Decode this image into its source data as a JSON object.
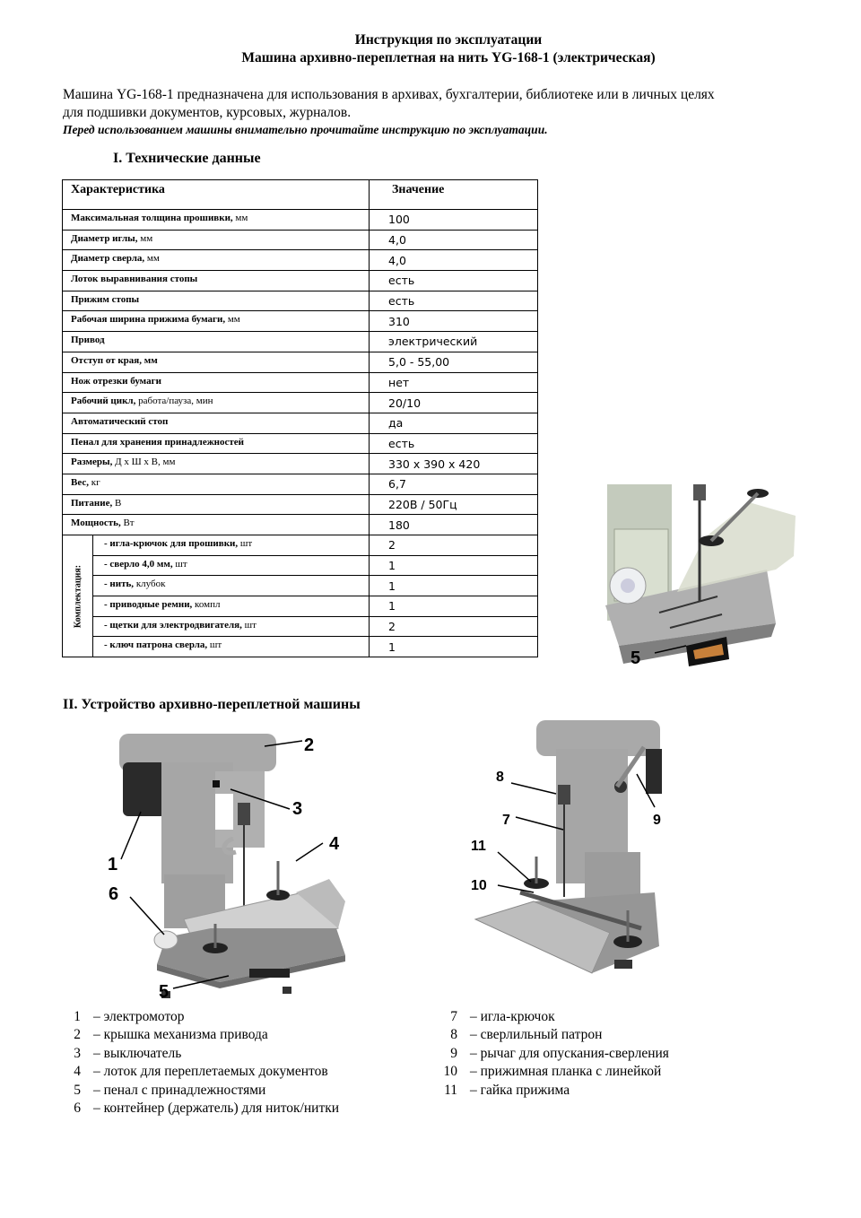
{
  "header": {
    "title1": "Инструкция по эксплуатации",
    "title2": "Машина архивно-переплетная на нить YG-168-1 (электрическая)"
  },
  "intro": {
    "line1": "Машина YG-168-1 предназначена для использования в архивах, бухгалтерии, библиотеке или в личных целях",
    "line2": "для подшивки документов, курсовых, журналов.",
    "warning": "Перед использованием машины внимательно прочитайте инструкцию по эксплуатации."
  },
  "section1": {
    "title": "I. Технические данные"
  },
  "spec_table": {
    "header_char": "Характеристика",
    "header_val": "Значение",
    "rows": [
      {
        "name": "Максимальная толщина прошивки,",
        "unit": " мм",
        "value": "100"
      },
      {
        "name": "Диаметр иглы,",
        "unit": " мм",
        "value": "4,0"
      },
      {
        "name": "Диаметр сверла,",
        "unit": " мм",
        "value": "4,0"
      },
      {
        "name": "Лоток выравнивания стопы",
        "unit": "",
        "value": "есть"
      },
      {
        "name": "Прижим стопы",
        "unit": "",
        "value": "есть"
      },
      {
        "name": "Рабочая ширина прижима бумаги,",
        "unit": " мм",
        "value": "310"
      },
      {
        "name": "Привод",
        "unit": "",
        "value": "электрический"
      },
      {
        "name": "Отступ от края, мм",
        "unit": "",
        "value": "5,0 - 55,00"
      },
      {
        "name": "Нож отрезки бумаги",
        "unit": "",
        "value": "нет"
      },
      {
        "name": "Рабочий цикл,",
        "unit": " работа/пауза, мин",
        "value": "20/10"
      },
      {
        "name": "Автоматический стоп",
        "unit": "",
        "value": "да"
      },
      {
        "name": "Пенал для хранения принадлежностей",
        "unit": "",
        "value": "есть"
      },
      {
        "name": "Размеры,",
        "unit": " Д х Ш х В,",
        "unit2": " мм",
        "value": "330 x 390 x 420"
      },
      {
        "name": "Вес,",
        "unit": " кг",
        "value": "6,7"
      },
      {
        "name": "Питание,",
        "unit": " В",
        "value": "220В / 50Гц"
      },
      {
        "name": "Мощность,",
        "unit": " Вт",
        "value": "180"
      }
    ],
    "kit_label": "Комплектация:",
    "kit_rows": [
      {
        "name": "- игла-крючок для прошивки,",
        "unit": " шт",
        "value": "2"
      },
      {
        "name": "- сверло 4,0 мм,",
        "unit": " шт",
        "value": "1"
      },
      {
        "name": "- нить,",
        "unit": " клубок",
        "value": "1"
      },
      {
        "name": "- приводные ремни,",
        "unit": " компл",
        "value": "1"
      },
      {
        "name": "- щетки для электродвигателя,",
        "unit": " шт",
        "value": "2"
      },
      {
        "name": "- ключ патрона сверла,",
        "unit": " шт",
        "value": "1"
      }
    ]
  },
  "photo_top": {
    "label": "5"
  },
  "section2": {
    "title": "II. Устройство архивно-переплетной машины"
  },
  "figure_left": {
    "labels": [
      "1",
      "2",
      "3",
      "4",
      "5",
      "6"
    ]
  },
  "figure_right": {
    "labels": [
      "7",
      "8",
      "9",
      "10",
      "11"
    ]
  },
  "legend_left": [
    {
      "num": "1",
      "text": "– электромотор"
    },
    {
      "num": "2",
      "text": "– крышка механизма привода"
    },
    {
      "num": "3",
      "text": "– выключатель"
    },
    {
      "num": "4",
      "text": "– лоток для переплетаемых документов"
    },
    {
      "num": "5",
      "text": "– пенал с принадлежностями"
    },
    {
      "num": "6",
      "text": "– контейнер (держатель) для ниток/нитки"
    }
  ],
  "legend_right": [
    {
      "num": "7",
      "text": "– игла-крючок"
    },
    {
      "num": "8",
      "text": "– сверлильный патрон"
    },
    {
      "num": "9",
      "text": "– рычаг для опускания-сверления"
    },
    {
      "num": "10",
      "text": "– прижимная планка с линейкой"
    },
    {
      "num": "11",
      "text": "– гайка прижима"
    }
  ],
  "colors": {
    "machine": "#a8a8a8",
    "base": "#8d8d8d",
    "tray": "#d4d8c9"
  }
}
